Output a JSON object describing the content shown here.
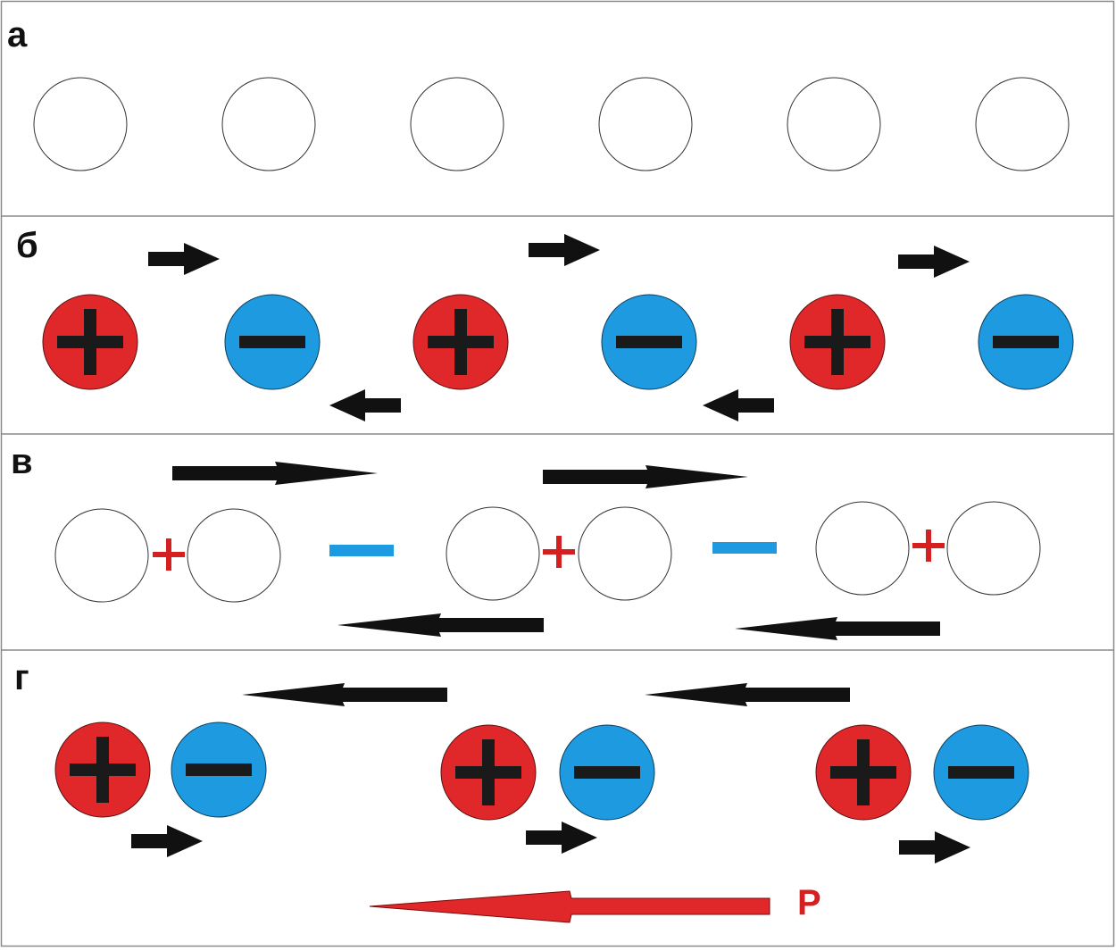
{
  "panels": {
    "a": {
      "label": "а"
    },
    "b": {
      "label": "б"
    },
    "v": {
      "label": "в"
    },
    "g": {
      "label": "г"
    }
  },
  "polarization": {
    "label": "P"
  },
  "colors": {
    "positive_fill": "#e0282a",
    "negative_fill": "#1e9ae0",
    "sign_dark": "#1a1a1a",
    "small_plus": "#d42020",
    "small_minus": "#1e9ae0",
    "arrow_dark": "#111111",
    "arrow_red": "#e0282a",
    "frame": "#8a8a8a"
  },
  "icons": {
    "neutral_atom": "empty-circle-icon",
    "positive_ion": "plus-circle-icon",
    "negative_ion": "minus-circle-icon",
    "shift_arrow": "arrow-icon"
  }
}
